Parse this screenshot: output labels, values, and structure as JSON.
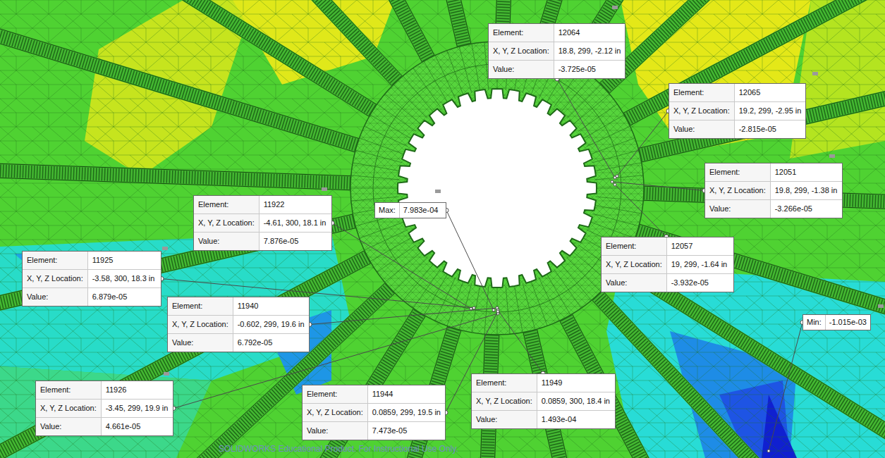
{
  "diagram": {
    "nodes": [
      {
        "text": [
          "Element:",
          "12064",
          "X, Y, Z Location:",
          "18.8, 299, -2.12 in",
          "Value:",
          "-3.725e-05"
        ]
      },
      {
        "text": [
          "Element:",
          "12065",
          "X, Y, Z Location:",
          "19.2, 299, -2.95 in",
          "Value:",
          "-2.815e-05"
        ]
      },
      {
        "text": [
          "Element:",
          "12051",
          "X, Y, Z Location:",
          "19.8, 299, -1.38 in",
          "Value:",
          "-3.266e-05"
        ]
      },
      {
        "text": [
          "Element:",
          "11922",
          "X, Y, Z Location:",
          "-4.61, 300, 18.1 in",
          "Value:",
          "7.876e-05"
        ]
      },
      {
        "text": [
          "Max:",
          "7.983e-04"
        ]
      },
      {
        "text": [
          "Element:",
          "12057",
          "X, Y, Z Location:",
          "19, 299, -1.64 in",
          "Value:",
          "-3.932e-05"
        ]
      },
      {
        "text": [
          "Element:",
          "11925",
          "X, Y, Z Location:",
          "-3.58, 300, 18.3 in",
          "Value:",
          "6.879e-05"
        ]
      },
      {
        "text": [
          "Element:",
          "11940",
          "X, Y, Z Location:",
          "-0.602, 299, 19.6 in",
          "Value:",
          "6.792e-05"
        ]
      },
      {
        "text": [
          "Min:",
          "-1.015e-03"
        ]
      },
      {
        "text": [
          "Element:",
          "11949",
          "X, Y, Z Location:",
          "0.0859, 300, 18.4 in",
          "Value:",
          "1.493e-04"
        ]
      },
      {
        "text": [
          "Element:",
          "11926",
          "X, Y, Z Location:",
          "-3.45, 299, 19.9 in",
          "Value:",
          "4.661e-05"
        ]
      },
      {
        "text": [
          "Element:",
          "11944",
          "X, Y, Z Location:",
          "0.0859, 299, 19.5 in",
          "Value:",
          "7.473e-05"
        ]
      }
    ],
    "labels": [
      "SOLIDWORKS Educational Product. For Instructional Use Only."
    ]
  }
}
